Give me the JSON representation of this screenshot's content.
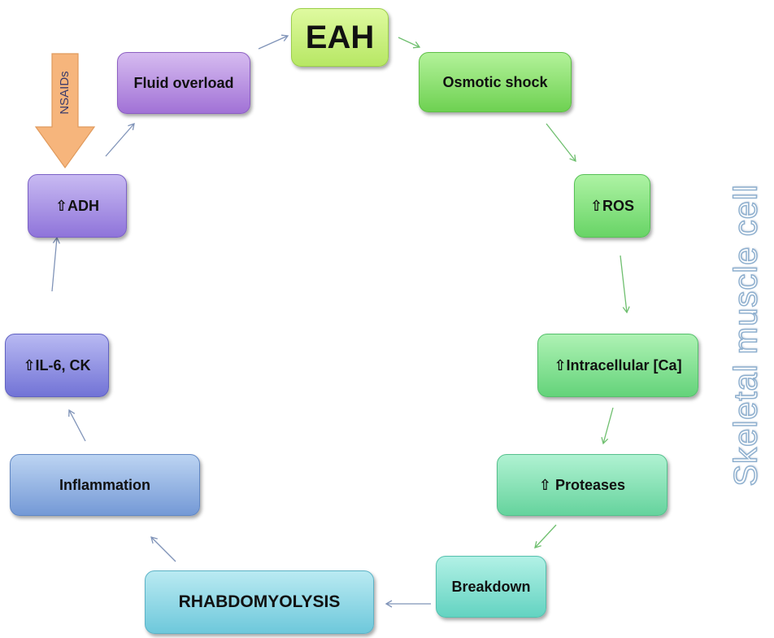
{
  "nodes": {
    "eah": "EAH",
    "osmotic_shock": "Osmotic shock",
    "ros": "⇧ROS",
    "intracellular_ca": "⇧Intracellular [Ca]",
    "proteases": "⇧ Proteases",
    "breakdown": "Breakdown",
    "rhabdomyolysis": "RHABDOMYOLYSIS",
    "inflammation": "Inflammation",
    "il6_ck": "⇧IL-6, CK",
    "adh": "⇧ADH",
    "fluid_overload": "Fluid overload"
  },
  "nsaids_label": "NSAIDs",
  "side_label": "Skeletal muscle cell",
  "colors": {
    "eah": "#c6f07c",
    "osmotic_shock": "#86e46a",
    "ros": "#7ee27c",
    "intracellular_ca": "#7ddf8a",
    "proteases": "#7fe2b4",
    "breakdown": "#7fe0cf",
    "rhabdomyolysis": "#8cd8e6",
    "inflammation": "#8fb3e2",
    "il6_ck": "#8e8fe2",
    "adh": "#a58fe4",
    "fluid_overload": "#b690e0",
    "nsaids_arrow": "#f6b57c",
    "side_label_outline": "#8fb0cf"
  }
}
